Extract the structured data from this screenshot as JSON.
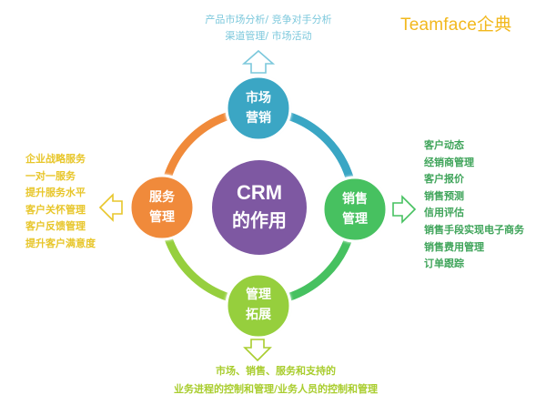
{
  "brand": {
    "name": "Teamface企典",
    "color": "#f2b81d"
  },
  "center": {
    "title": "CRM",
    "subtitle": "的作用",
    "color": "#7e58a2"
  },
  "nodes": {
    "marketing": {
      "line1": "市场",
      "line2": "营销",
      "color": "#3aa6c4",
      "outputs": [
        "产品市场分析/ 竞争对手分析",
        "渠道管理/ 市场活动"
      ],
      "text_color": "#7cc8dc",
      "arrow_direction": "up"
    },
    "sales": {
      "line1": "销售",
      "line2": "管理",
      "color": "#46c160",
      "outputs": [
        "客户动态",
        "经销商管理",
        "客户报价",
        "销售预测",
        "信用评估",
        "销售手段实现电子商务",
        "销售费用管理",
        "订单跟踪"
      ],
      "text_color": "#3fa45a",
      "arrow_direction": "right"
    },
    "service": {
      "line1": "服务",
      "line2": "管理",
      "color": "#f08a3a",
      "outputs": [
        "企业战略服务",
        "一对一服务",
        "提升服务水平",
        "客户关怀管理",
        "客户反馈管理",
        "提升客户满意度"
      ],
      "text_color": "#e8c62a",
      "arrow_direction": "left"
    },
    "expansion": {
      "line1": "管理",
      "line2": "拓展",
      "color": "#96cf3e",
      "outputs": [
        "市场、销售、服务和支持的",
        "业务进程的控制和管理/业务人员的控制和管理"
      ],
      "text_color": "#a9cd2e",
      "arrow_direction": "down"
    }
  },
  "ring_segments": {
    "top_right": "#3aa6c4",
    "bottom_right": "#46c160",
    "bottom_left": "#96cf3e",
    "top_left": "#f08a3a"
  }
}
